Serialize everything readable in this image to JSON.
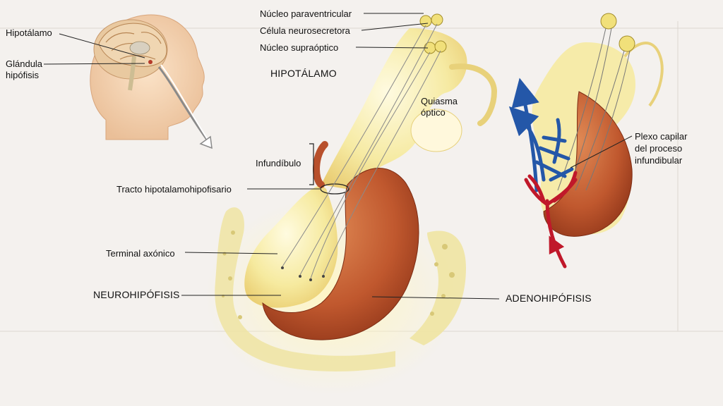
{
  "labels": {
    "hipotalamo": "Hipotálamo",
    "glandula_hipofisis_line1": "Glándula",
    "glandula_hipofisis_line2": "hipófisis",
    "nucleo_paraventricular": "Núcleo paraventricular",
    "celula_neurosecretora": "Célula neurosecretora",
    "nucleo_supraoptico": "Núcleo supraóptico",
    "hipotalamo_region": "HIPOTÁLAMO",
    "quiasma_line1": "Quiasma",
    "quiasma_line2": "óptico",
    "infundibulo": "Infundíbulo",
    "tracto": "Tracto hipotalamohipofisario",
    "terminal_axonico": "Terminal axónico",
    "neurohipofisis": "NEUROHIPÓFISIS",
    "adenohipofisis": "ADENOHIPÓFISIS",
    "plexo_line1": "Plexo capilar",
    "plexo_line2": "del proceso",
    "plexo_line3": "infundibular"
  },
  "colors": {
    "background": "#f4f1ee",
    "neuro_yellow": "#f3e79a",
    "adeno_red": "#b8502c",
    "vein_blue": "#2457a8",
    "artery_red": "#c0182a",
    "bone": "#efe4a2"
  }
}
